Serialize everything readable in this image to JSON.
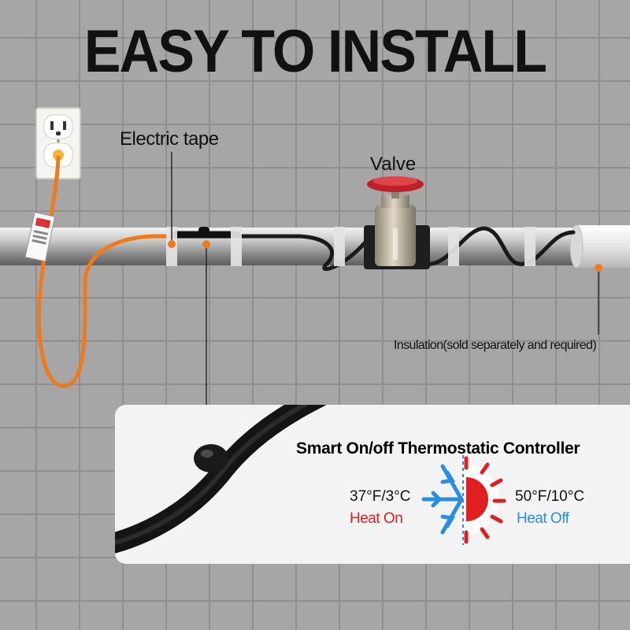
{
  "title": "EASY TO INSTALL",
  "labels": {
    "electric_tape": "Electric tape",
    "valve": "Valve",
    "insulation": "Insulation(sold separately and required)"
  },
  "controller": {
    "title": "Smart On/off  Thermostatic  Controller",
    "low_temp": "37°F/3°C",
    "low_state": "Heat On",
    "high_temp": "50°F/10°C",
    "high_state": "Heat Off"
  },
  "colors": {
    "cable": "#f07a1a",
    "heat_on": "#e02020",
    "heat_off": "#2a8ee0",
    "dot": "#f07a1a"
  },
  "icons": [
    "power-outlet-icon",
    "snowflake-sun-icon"
  ]
}
